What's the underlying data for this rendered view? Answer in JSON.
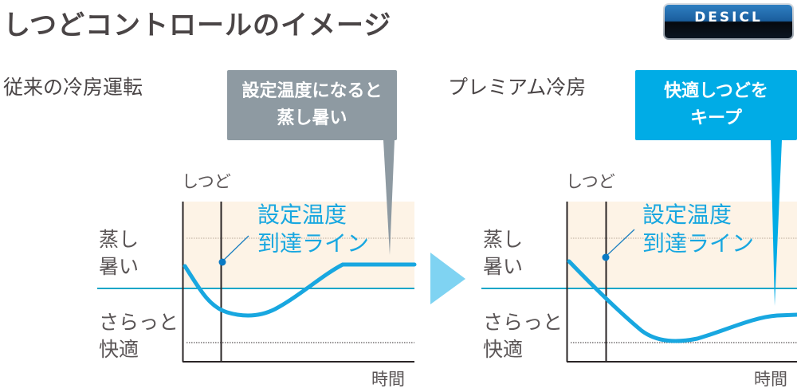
{
  "title": "しつどコントロールのイメージ",
  "logo": {
    "text": "DESICL"
  },
  "colors": {
    "curve": "#18a7e0",
    "setpoint_line": "#1aa6c8",
    "band_fill": "#fdf3e6",
    "callout_gray": "#8e9aa2",
    "callout_blue": "#00ace6",
    "arrow": "#7fd3f2",
    "text": "#4a4546"
  },
  "arrow_icon": "right-triangle",
  "charts": [
    {
      "section_label": "従来の冷房運転",
      "callout": {
        "line1": "設定温度になると",
        "line2": "蒸し暑い"
      },
      "y_axis_label": "しつど",
      "x_axis_label": "時間",
      "y_levels": {
        "humid_line1": "蒸し",
        "humid_line2": "暑い",
        "comfort_line1": "さらっと",
        "comfort_line2": "快適"
      },
      "annotation": {
        "line1": "設定温度",
        "line2": "到達ライン"
      },
      "curve_shape": "dips below setpoint then rises back into humid zone"
    },
    {
      "section_label": "プレミアム冷房",
      "callout": {
        "line1": "快適しつどを",
        "line2": "キープ"
      },
      "y_axis_label": "しつど",
      "x_axis_label": "時間",
      "y_levels": {
        "humid_line1": "蒸し",
        "humid_line2": "暑い",
        "comfort_line1": "さらっと",
        "comfort_line2": "快適"
      },
      "annotation": {
        "line1": "設定温度",
        "line2": "到達ライン"
      },
      "curve_shape": "drops into comfort zone and stays below setpoint"
    }
  ]
}
